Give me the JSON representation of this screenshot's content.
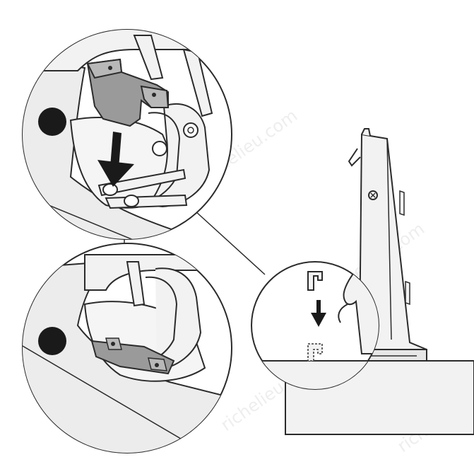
{
  "diagram": {
    "step_marker_top": "dark-circle-step-marker",
    "step_marker_bottom": "dark-circle-step-marker",
    "arrow_icon_top": "down-arrow-icon",
    "arrow_icon_small": "down-arrow-icon",
    "watermark_text": "richelieu.com"
  },
  "colors": {
    "line": "#2b2b2b",
    "fill_light": "#f2f2f2",
    "fill_gray": "#d6d6d6",
    "fill_mid": "#9a9a9a",
    "fill_dark": "#1a1a1a",
    "watermark": "#cfcfcf"
  }
}
